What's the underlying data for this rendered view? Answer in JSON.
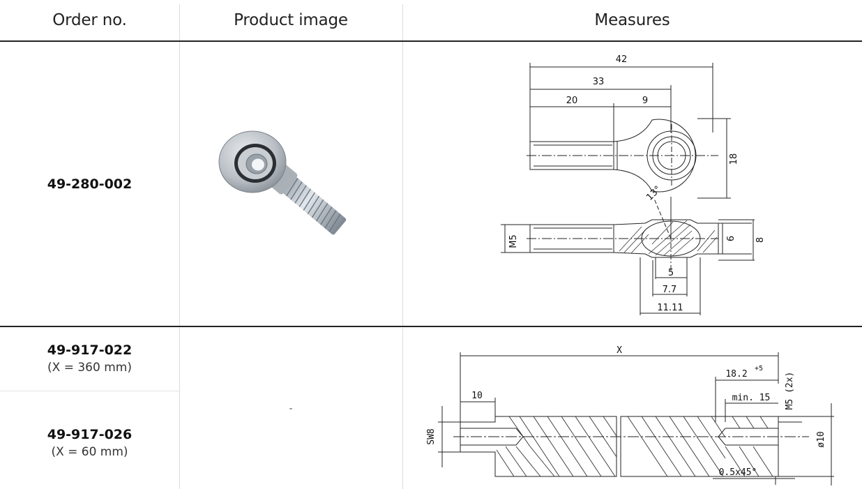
{
  "headers": {
    "order": "Order no.",
    "image": "Product image",
    "measures": "Measures"
  },
  "rows": [
    {
      "order_no": "49-280-002"
    },
    {
      "order_no": "49-917-022",
      "variant": "(X = 360 mm)"
    },
    {
      "order_no": "49-917-026",
      "variant": "(X = 60 mm)"
    }
  ],
  "image_placeholder": "-",
  "drawing1": {
    "dims": [
      "42",
      "33",
      "20",
      "9",
      "18",
      "13°",
      "M5",
      "6",
      "8",
      "5",
      "7.7",
      "11.11"
    ]
  },
  "drawing2": {
    "dims": [
      "X",
      "18.2",
      "+5",
      "M5  (2x)",
      "10",
      "min.  15",
      "SW8",
      "ø10",
      "0.5x45°"
    ]
  }
}
